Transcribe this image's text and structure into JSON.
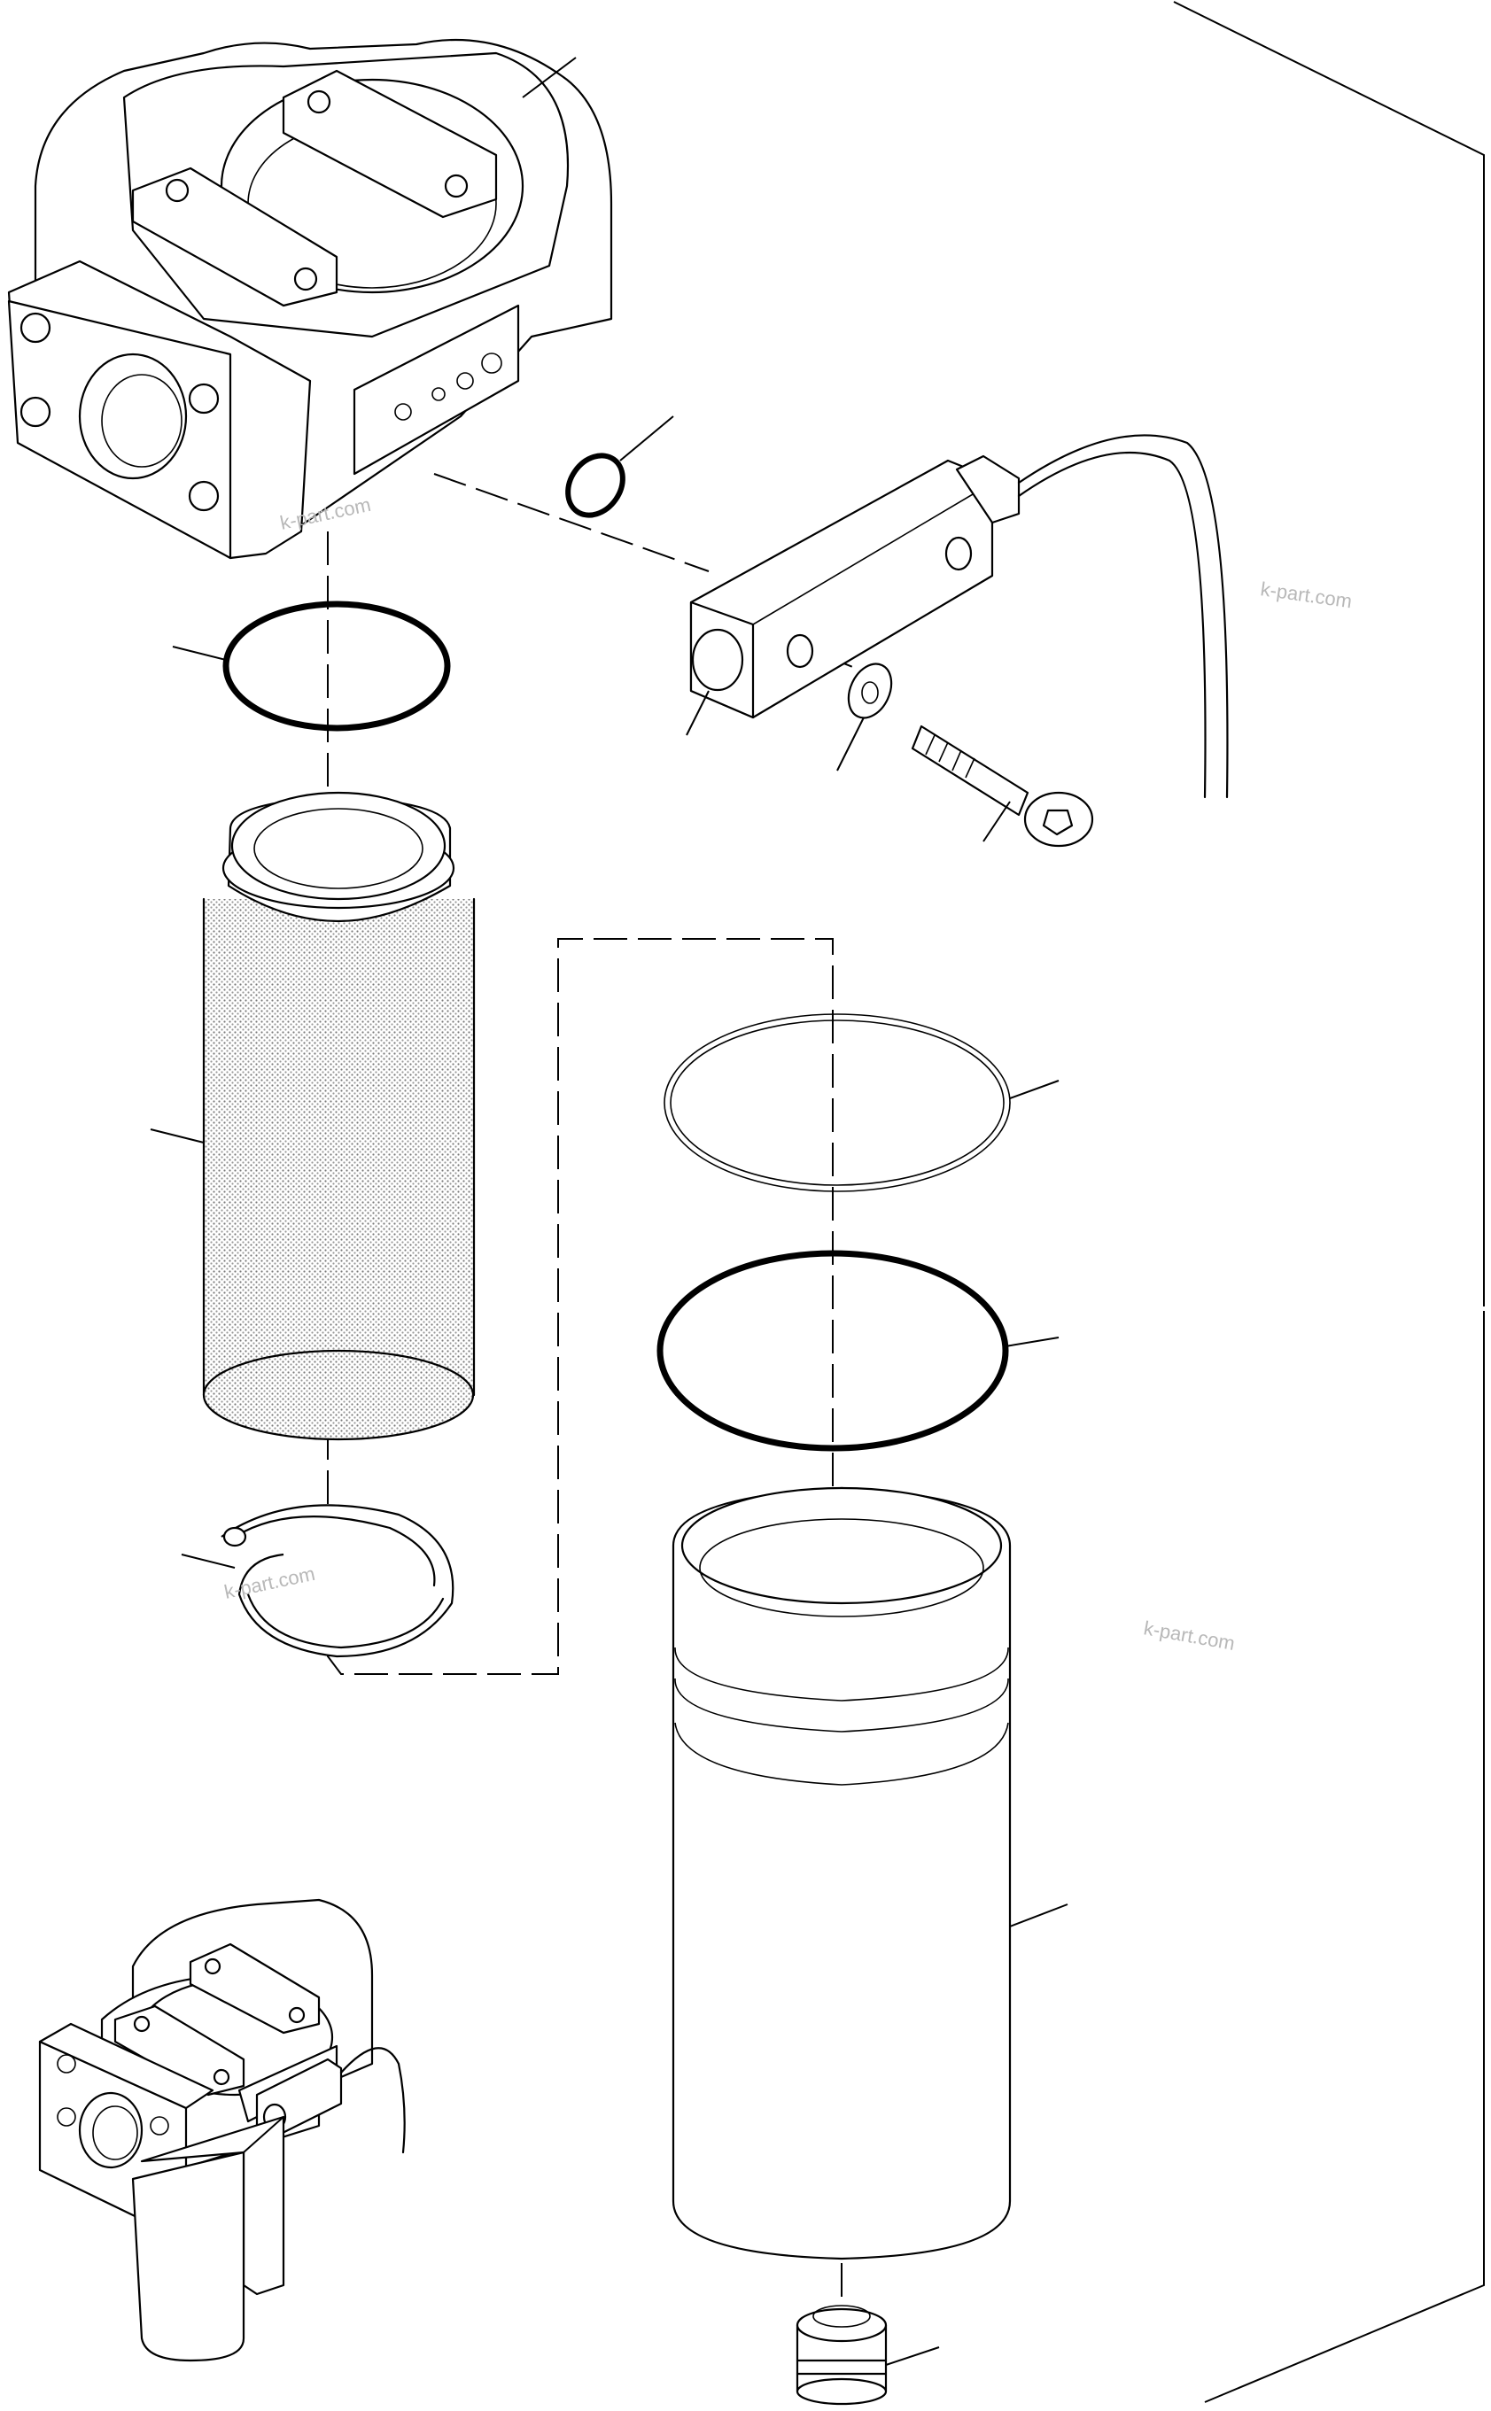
{
  "figure": {
    "watermarks": [
      "k-part.com",
      "k-part.com",
      "k-part.com",
      "k-part.com"
    ]
  },
  "parts": [
    {
      "id": "filter-head",
      "name": "filter head"
    },
    {
      "id": "small-o-ring",
      "name": "small o-ring"
    },
    {
      "id": "clogging-sensor",
      "name": "clogging indicator sensor"
    },
    {
      "id": "washer",
      "name": "washer"
    },
    {
      "id": "socket-bolt",
      "name": "socket head bolt"
    },
    {
      "id": "head-o-ring",
      "name": "o-ring"
    },
    {
      "id": "filter-element",
      "name": "filter element"
    },
    {
      "id": "spring",
      "name": "spring"
    },
    {
      "id": "backup-ring",
      "name": "backup ring"
    },
    {
      "id": "bowl-o-ring",
      "name": "o-ring"
    },
    {
      "id": "filter-bowl",
      "name": "filter bowl"
    },
    {
      "id": "drain-plug",
      "name": "drain plug"
    },
    {
      "id": "assembled-view",
      "name": "assembled filter"
    }
  ],
  "colors": {
    "line": "#000000",
    "background": "#ffffff",
    "watermark": "#b8b8b8"
  }
}
